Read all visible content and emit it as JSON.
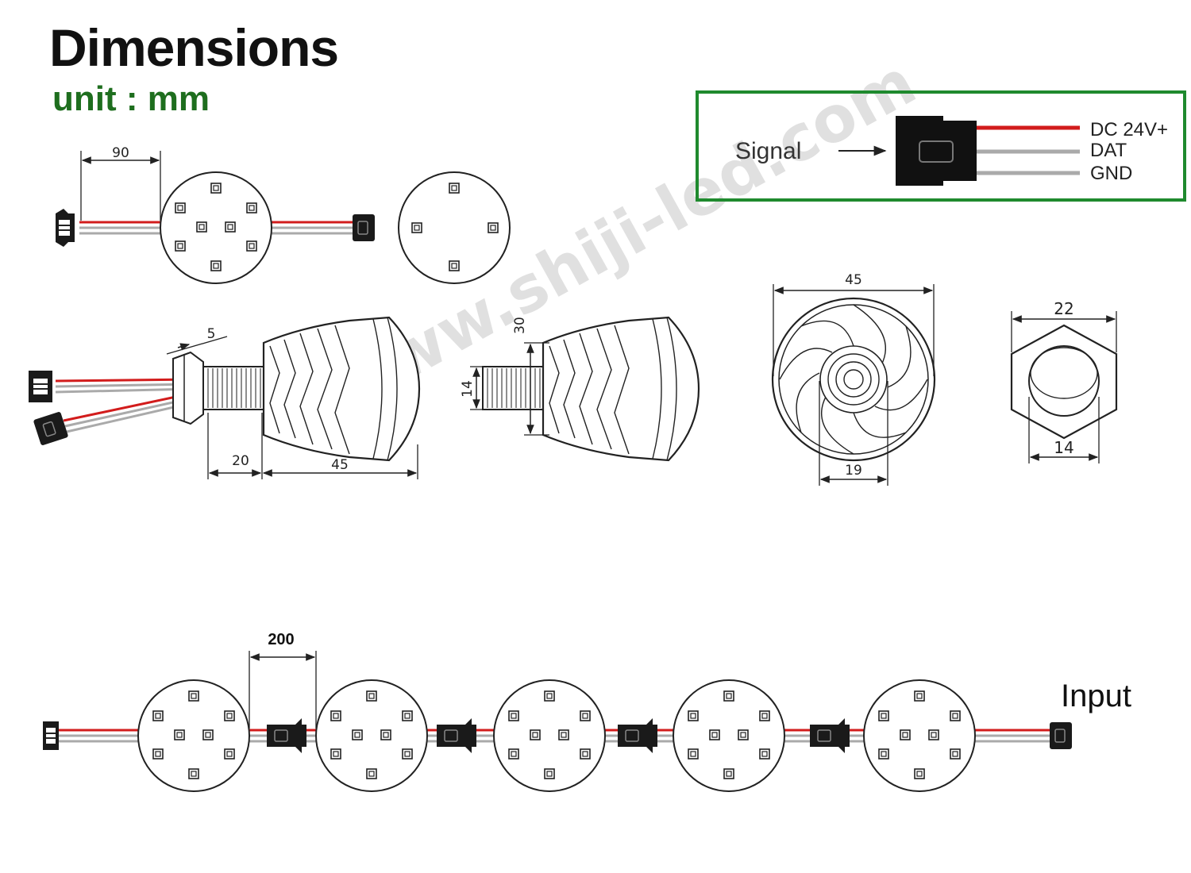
{
  "header": {
    "title": "Dimensions",
    "unit": "unit : mm"
  },
  "watermark": "www.shiji-led.com",
  "signal_box": {
    "signal_label": "Signal",
    "wires": [
      {
        "label": "DC 24V+",
        "color": "#d21c1c"
      },
      {
        "label": "DAT",
        "color": "#aaaaaa"
      },
      {
        "label": "GND",
        "color": "#aaaaaa"
      }
    ],
    "border_color": "#1f8a2e"
  },
  "dimensions": {
    "pixel_spacing": "90",
    "thread_nut": "5",
    "thread_length": "20",
    "body_length": "45",
    "head_height": "30",
    "thread_dia": "14",
    "front_dia": "45",
    "front_inner_dia": "19",
    "nut_across_flats": "22",
    "nut_bore": "14",
    "chain_spacing": "200"
  },
  "chain": {
    "input_label": "Input"
  },
  "colors": {
    "wire_red": "#d21c1c",
    "wire_grey": "#aaaaaa",
    "accent_green": "#1e6e1e"
  }
}
